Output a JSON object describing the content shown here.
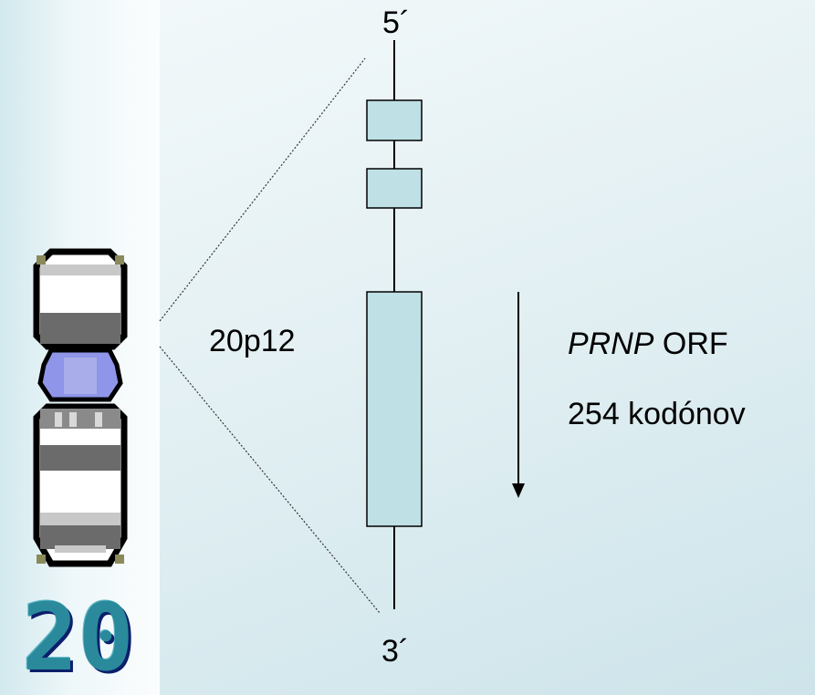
{
  "chromosome": {
    "number": "20",
    "band": "20p12"
  },
  "gene": {
    "five_prime_label": "5´",
    "three_prime_label": "3´",
    "orf_gene_name": "PRNP",
    "orf_suffix": " ORF",
    "codon_count": "254 kodónov"
  },
  "colors": {
    "exon_fill": "#bfe0e4",
    "band_dark": "#6b6b6b",
    "band_light": "#c8c8c8",
    "centromere": "#8f95e8",
    "outline": "#000000",
    "numeral": "#2a8a9c"
  }
}
